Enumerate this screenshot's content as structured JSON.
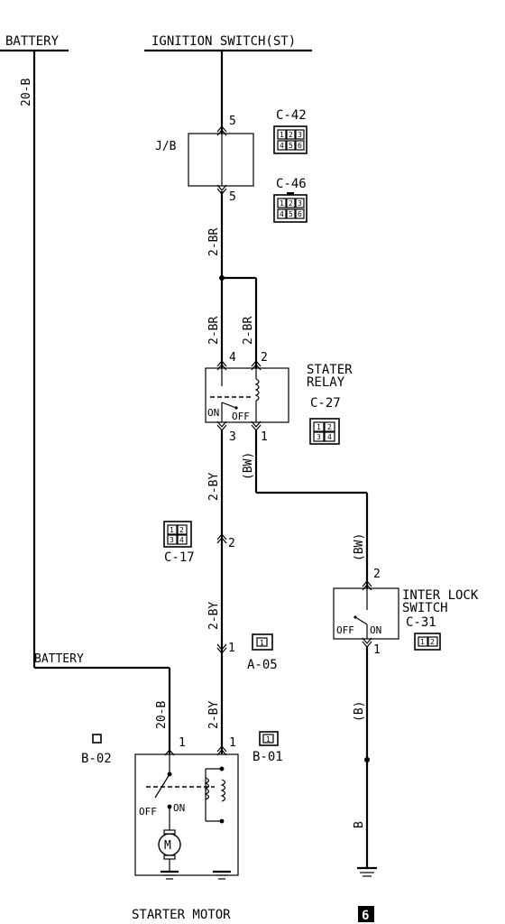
{
  "top": {
    "battery": "BATTERY",
    "ignition": "IGNITION SWITCH(ST)"
  },
  "wires": {
    "bat_top": "20-B",
    "bat_bottom": "20-B",
    "battery_bottom": "BATTERY",
    "jb_below": "2-BR",
    "relay_in4": "2-BR",
    "relay_in2": "2-BR",
    "relay_out3": "2-BY",
    "relay_out1": "(BW)",
    "mid_by": "2-BY",
    "low_by": "2-BY",
    "inter_bw": "(BW)",
    "inter_b": "(B)",
    "ground_b": "B"
  },
  "jb": {
    "label": "J/B",
    "pin_top": "5",
    "pin_bottom": "5"
  },
  "connectors": {
    "c42": {
      "name": "C-42",
      "pins": [
        "1",
        "2",
        "3",
        "4",
        "5",
        "6"
      ]
    },
    "c46": {
      "name": "C-46",
      "pins": [
        "1",
        "2",
        "3",
        "4",
        "5",
        "6"
      ]
    },
    "c27": {
      "name": "C-27",
      "pins": [
        "1",
        "2",
        "3",
        "4"
      ]
    },
    "c17": {
      "name": "C-17",
      "pins": [
        "1",
        "2",
        "3",
        "4"
      ]
    },
    "a05": {
      "name": "A-05",
      "pins": [
        "1"
      ]
    },
    "c31": {
      "name": "C-31",
      "pins": [
        "1",
        "2"
      ]
    },
    "b01": {
      "name": "B-01",
      "pins": [
        "1"
      ]
    },
    "b02": {
      "name": "B-02"
    }
  },
  "relay": {
    "title1": "STATER",
    "title2": "RELAY",
    "pin4": "4",
    "pin2": "2",
    "pin3": "3",
    "pin1": "1",
    "on": "ON",
    "off": "OFF"
  },
  "pins": {
    "c17_pin": "2",
    "a05_pin": "1",
    "bat_pin": "1",
    "by_pin": "1"
  },
  "inter_lock": {
    "title1": "INTER LOCK",
    "title2": "SWITCH",
    "pin_top": "2",
    "pin_bottom": "1",
    "on": "ON",
    "off": "OFF"
  },
  "starter": {
    "title": "STARTER MOTOR",
    "on": "ON",
    "off": "OFF",
    "motor": "M"
  },
  "page_marker": "6"
}
